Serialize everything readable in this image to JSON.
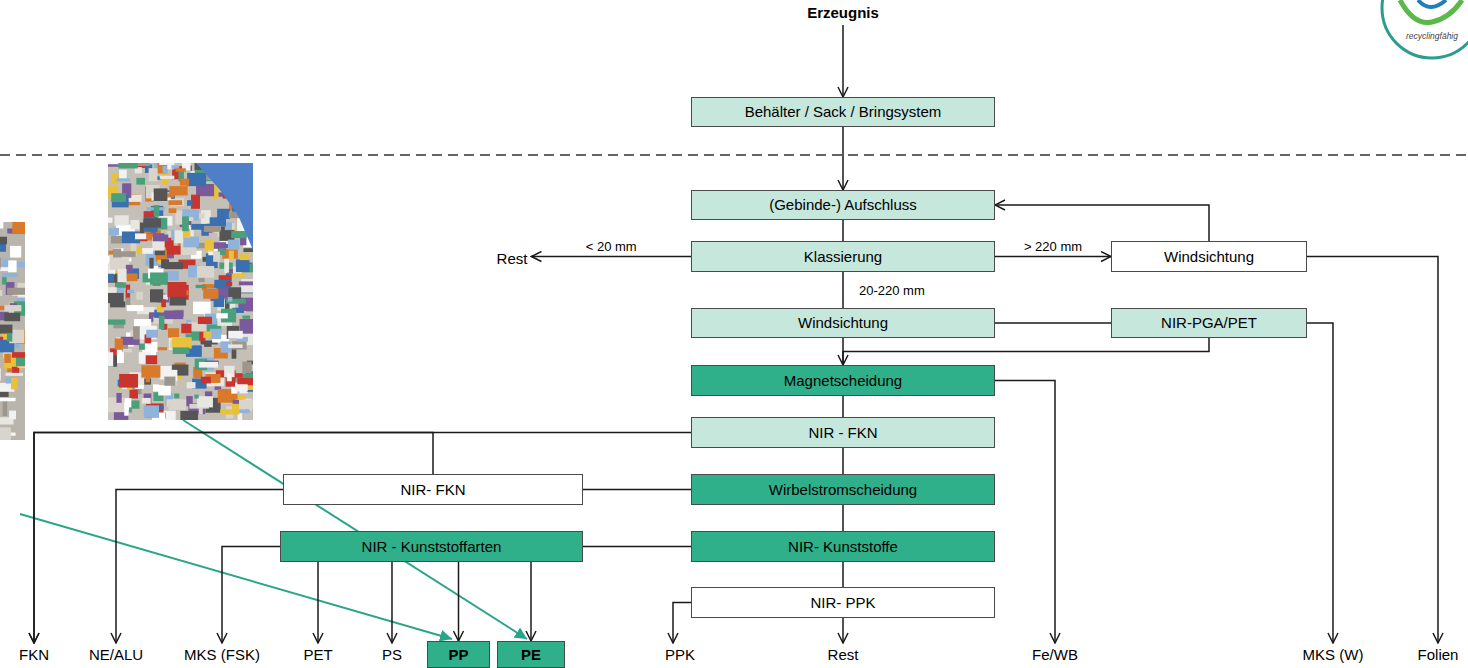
{
  "diagram": {
    "nodes": [
      {
        "text": [
          "Erzeugnis"
        ]
      },
      {
        "text": [
          "Behälter / Sack / Bringsystem"
        ]
      },
      {
        "text": [
          "(Gebinde-) Aufschluss"
        ]
      },
      {
        "text": [
          "Rest"
        ]
      },
      {
        "text": [
          "Klassierung"
        ]
      },
      {
        "text": [
          "Windsichtung"
        ]
      },
      {
        "text": [
          "Windsichtung"
        ]
      },
      {
        "text": [
          "NIR-PGA/PET"
        ]
      },
      {
        "text": [
          "Magnetscheidung"
        ]
      },
      {
        "text": [
          "NIR - FKN"
        ]
      },
      {
        "text": [
          "NIR- FKN"
        ]
      },
      {
        "text": [
          "Wirbelstromscheidung"
        ]
      },
      {
        "text": [
          "NIR - Kunststoffarten"
        ]
      },
      {
        "text": [
          "NIR- Kunststoffe"
        ]
      },
      {
        "text": [
          "NIR- PPK"
        ]
      },
      {
        "text": [
          "FKN"
        ]
      },
      {
        "text": [
          "NE/ALU"
        ]
      },
      {
        "text": [
          "MKS (FSK)"
        ]
      },
      {
        "text": [
          "PET"
        ]
      },
      {
        "text": [
          "PS"
        ]
      },
      {
        "text": [
          "PP"
        ]
      },
      {
        "text": [
          "PE"
        ]
      },
      {
        "text": [
          "PPK"
        ]
      },
      {
        "text": [
          "Rest"
        ]
      },
      {
        "text": [
          "Fe/WB"
        ]
      },
      {
        "text": [
          "MKS (W)"
        ]
      },
      {
        "text": [
          "Folien"
        ]
      }
    ],
    "edges": [
      {
        "from": 0,
        "to": 1,
        "arrow": "to"
      },
      {
        "from": 1,
        "to": 2,
        "arrow": "to"
      },
      {
        "from": 2,
        "to": 4,
        "arrow": "none"
      },
      {
        "from": 4,
        "to": 3,
        "label": "< 20 mm",
        "arrow": "to"
      },
      {
        "from": 4,
        "to": 5,
        "label": "> 220 mm",
        "arrow": "to"
      },
      {
        "from": 5,
        "to": 2,
        "arrow": "to"
      },
      {
        "from": 5,
        "to": 26,
        "arrow": "to"
      },
      {
        "from": 4,
        "to": 6,
        "label": "20-220 mm",
        "arrow": "none"
      },
      {
        "from": 6,
        "to": 7,
        "arrow": "none"
      },
      {
        "from": 7,
        "to": 8,
        "arrow": "to"
      },
      {
        "from": 6,
        "to": 8,
        "arrow": "none"
      },
      {
        "from": 7,
        "to": 25,
        "arrow": "to"
      },
      {
        "from": 8,
        "to": 9,
        "arrow": "none"
      },
      {
        "from": 8,
        "to": 24,
        "arrow": "to"
      },
      {
        "from": 9,
        "to": 15,
        "arrow": "to"
      },
      {
        "from": 9,
        "to": 11,
        "arrow": "none"
      },
      {
        "from": 10,
        "to": 15,
        "arrow": "to"
      },
      {
        "from": 11,
        "to": 10,
        "arrow": "none"
      },
      {
        "from": 10,
        "to": 16,
        "arrow": "to"
      },
      {
        "from": 11,
        "to": 13,
        "arrow": "none"
      },
      {
        "from": 13,
        "to": 12,
        "arrow": "none"
      },
      {
        "from": 12,
        "to": 17,
        "arrow": "to"
      },
      {
        "from": 12,
        "to": 18,
        "arrow": "to"
      },
      {
        "from": 12,
        "to": 19,
        "arrow": "to"
      },
      {
        "from": 12,
        "to": 20,
        "arrow": "to"
      },
      {
        "from": 12,
        "to": 21,
        "arrow": "to"
      },
      {
        "from": 13,
        "to": 14,
        "arrow": "none"
      },
      {
        "from": 14,
        "to": 22,
        "arrow": "to"
      },
      {
        "from": 14,
        "to": 23,
        "arrow": "to"
      }
    ],
    "labels": [
      "recyclingfähig"
    ]
  }
}
